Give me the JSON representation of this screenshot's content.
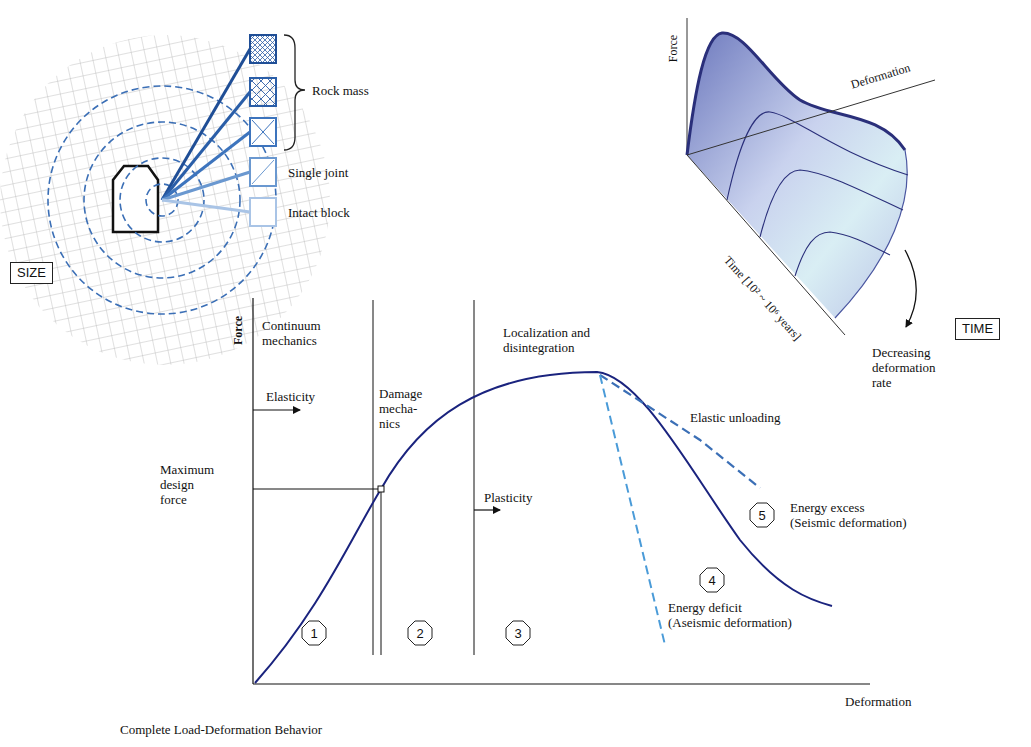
{
  "diagram": {
    "caption": "Complete Load-Deformation Behavior",
    "nodes": [
      {
        "text": [
          "SIZE"
        ]
      },
      {
        "text": [
          "TIME"
        ]
      },
      {
        "text": [
          "1"
        ]
      },
      {
        "text": [
          "2"
        ]
      },
      {
        "text": [
          "3"
        ]
      },
      {
        "text": [
          "4"
        ]
      },
      {
        "text": [
          "5"
        ]
      }
    ],
    "labels": [
      "Rock mass",
      "Single joint",
      "Intact block",
      "Force",
      "Deformation",
      "Time [10² ~ 10⁶ years]",
      "Decreasing deformation rate",
      "Force",
      "Continuum mechanics",
      "Elasticity",
      "Maximum design force",
      "Damage mecha- nics",
      "Localization and disintegration",
      "Plasticity",
      "Elastic unloading",
      "Energy excess (Seismic deformation)",
      "Energy deficit (Aseismic deformation)",
      "Deformation"
    ]
  }
}
